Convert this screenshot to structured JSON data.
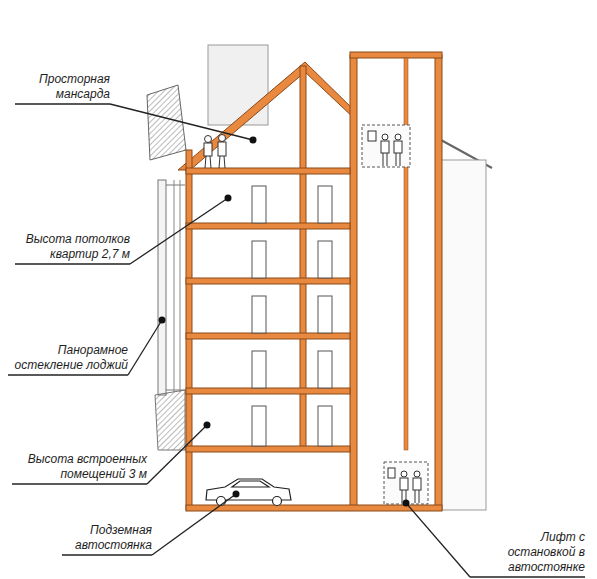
{
  "diagram": {
    "labels": [
      "Просторная мансарда",
      "Высота потолков квартир 2,7 м",
      "Панорамное остекление лоджий",
      "Высота встроенных помещений 3 м",
      "Подземная автостоянка",
      "Лифт с остановкой в автостоянке"
    ]
  }
}
